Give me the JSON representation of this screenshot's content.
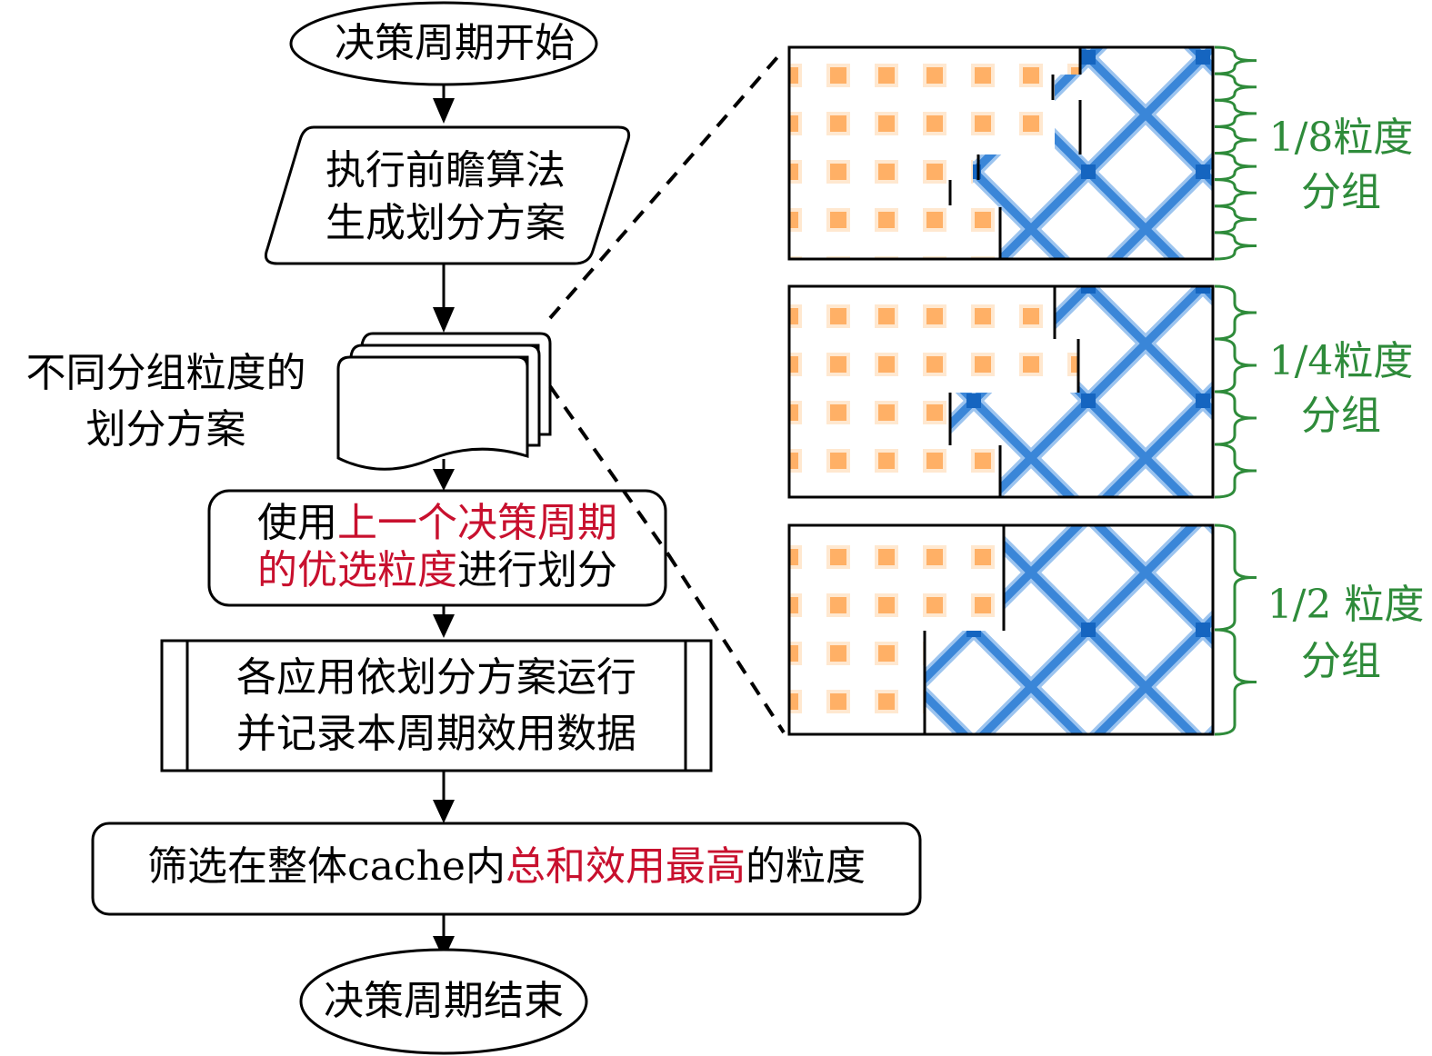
{
  "colors": {
    "highlight_red": "#c8102e",
    "group_green": "#2e8b3a",
    "app_a_orange": "#ffaa55",
    "app_b_blue": "#1e6fd0"
  },
  "flowchart": {
    "start": "决策周期开始",
    "lookahead": {
      "line1": "执行前瞻算法",
      "line2": "生成划分方案"
    },
    "schemes_doc_label": {
      "line1": "不同分组粒度的",
      "line2": "划分方案"
    },
    "use_previous": {
      "part1": "使用",
      "part1_red": "上一个决策周期",
      "part2_red": "的优选粒度",
      "part2": "进行划分"
    },
    "run_apps": {
      "line1": "各应用依划分方案运行",
      "line2": "并记录本周期效用数据"
    },
    "select": {
      "part1": "筛选在整体cache内",
      "part_red": "总和效用最高",
      "part2": "的粒度"
    },
    "end": "决策周期结束"
  },
  "panels": [
    {
      "label_line1": "1/8粒度",
      "label_line2": "分组",
      "groups": 8
    },
    {
      "label_line1": "1/4粒度",
      "label_line2": "分组",
      "groups": 4
    },
    {
      "label_line1": "1/2 粒度",
      "label_line2": "分组",
      "groups": 2
    }
  ]
}
